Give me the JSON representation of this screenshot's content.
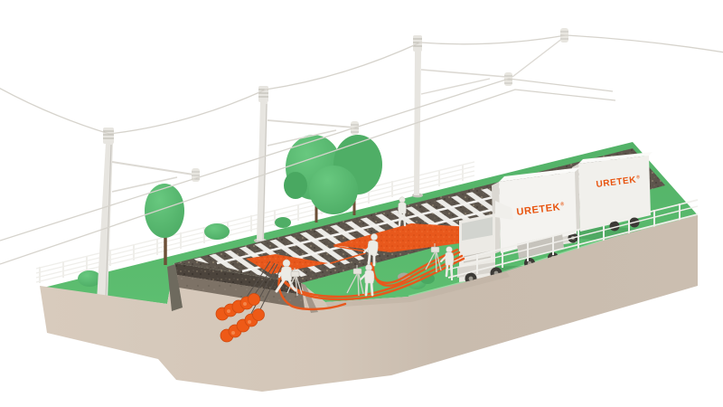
{
  "branding": {
    "company": "URETEK",
    "registered_mark": "®"
  },
  "trucks": [
    {
      "name": "box-truck-near",
      "logo": "URETEK",
      "mark": "®"
    },
    {
      "name": "box-truck-far",
      "logo": "URETEK",
      "mark": "®"
    }
  ],
  "colors": {
    "background": "#ffffff",
    "grass_green": "#57b86c",
    "grass_edge_light": "#97dba1",
    "soil_beige": "#d3c6b8",
    "soil_beige_shaded": "#c8bbad",
    "ballast_gray": "#5d554c",
    "subsoil_brown": "#7d7266",
    "uretek_orange": "#e8540f",
    "resin_orange": "#ee5a17",
    "equipment_white": "#efeeea",
    "tree_green": "#52b56d",
    "wire_gray": "#d6d3cc",
    "rock_gray": "#a8a79a"
  },
  "scene_objects": [
    {
      "name": "catenary-pole",
      "count": 3
    },
    {
      "name": "overhead-wires",
      "count": 1
    },
    {
      "name": "railway-track",
      "count": 1
    },
    {
      "name": "back-fence",
      "count": 1
    },
    {
      "name": "front-guardrail",
      "count": 1
    },
    {
      "name": "tree",
      "count": 4
    },
    {
      "name": "bush",
      "count": 5
    },
    {
      "name": "rock",
      "count": 1
    },
    {
      "name": "uretek-truck",
      "count": 2
    },
    {
      "name": "worker",
      "count": 5
    },
    {
      "name": "survey-tripod",
      "count": 3
    },
    {
      "name": "injection-hose",
      "count": 2
    },
    {
      "name": "resin-spread-fan",
      "count": 2
    },
    {
      "name": "injection-rod",
      "count": 4
    },
    {
      "name": "expanded-resin-column",
      "count": 2
    },
    {
      "name": "excavation-cutaway",
      "count": 1
    }
  ]
}
